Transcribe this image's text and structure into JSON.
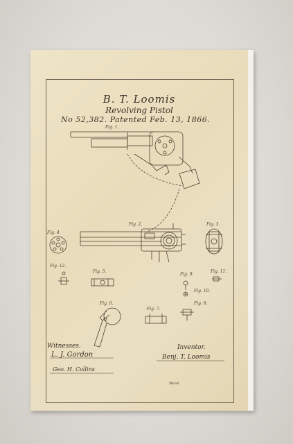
{
  "document": {
    "inventor_name": "B. T. Loomis",
    "title": "Revolving Pistol",
    "patent_line": "No 52,382.  Patented Feb. 13, 1866.",
    "figures": {
      "fig1": "Fig. 1.",
      "fig2": "Fig. 2.",
      "fig3": "Fig. 3.",
      "fig4": "Fig. 4.",
      "fig5": "Fig. 5.",
      "fig6": "Fig. 6.",
      "fig7": "Fig. 7.",
      "fig8": "Fig. 8.",
      "fig9": "Fig. 9.",
      "fig10": "Fig. 10.",
      "fig11": "Fig. 11.",
      "fig12": "Fig. 12."
    },
    "witnesses_label": "Witnesses.",
    "witness_1": "L. J. Gordon",
    "witness_2": "Geo. H. Collins",
    "inventor_label": "Inventor.",
    "inventor_signature": "Benj. T. Loomis",
    "corner_note": "Wood"
  },
  "colors": {
    "background": "#dddad5",
    "board": "#f3f1ec",
    "paper": "#e9dcbb",
    "ink": "#3b3226"
  }
}
